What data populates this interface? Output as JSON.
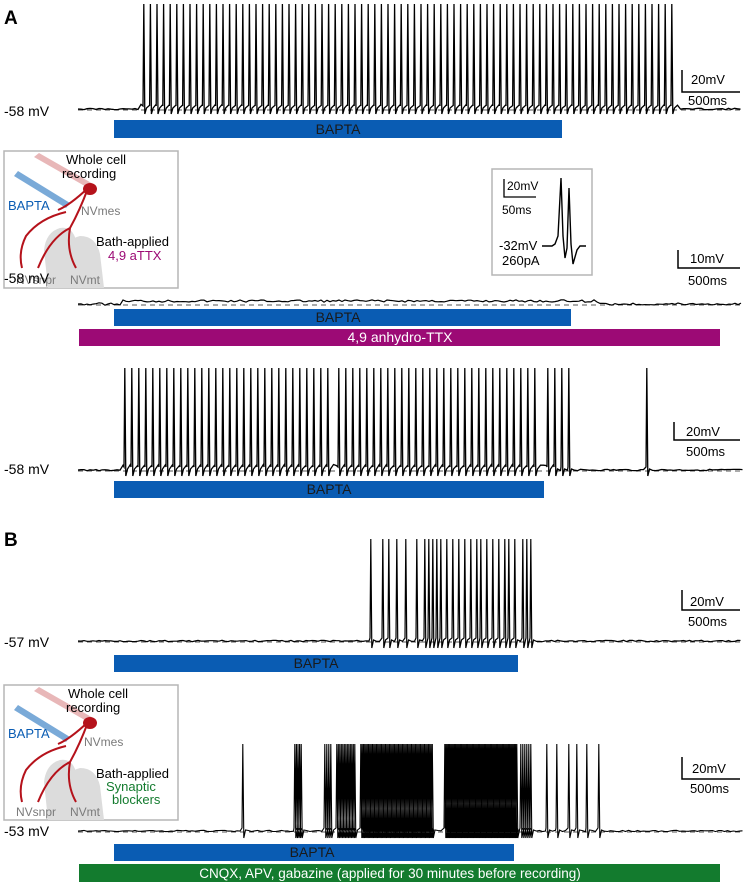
{
  "colors": {
    "bapta": "#0a5cb3",
    "attx": "#9c0a75",
    "synaptic": "#137b2e",
    "neuron": "#b5121b",
    "gray_area": "#dcdcdc",
    "trace": "#000000"
  },
  "panel_a": {
    "label": "A",
    "traces": [
      {
        "vm": "-58 mV",
        "scale": {
          "v": "20mV",
          "t": "500ms"
        },
        "bars": [
          {
            "text": "BAPTA",
            "color": "bapta"
          }
        ]
      },
      {
        "vm": "-58 mV",
        "scale": {
          "v": "10mV",
          "t": "500ms"
        },
        "bars": [
          {
            "text": "BAPTA",
            "color": "bapta"
          },
          {
            "text": "4,9 anhydro-TTX",
            "color": "attx"
          }
        ]
      },
      {
        "vm": "-58 mV",
        "scale": {
          "v": "20mV",
          "t": "500ms"
        },
        "bars": [
          {
            "text": "BAPTA",
            "color": "bapta"
          }
        ]
      }
    ],
    "schematic": {
      "recording": [
        "Whole cell",
        "recording"
      ],
      "pipette": "BAPTA",
      "nucleus": "NVmes",
      "bath": [
        "Bath-applied",
        "4,9 aTTX"
      ],
      "regions": [
        "NVsnpr",
        "NVmt"
      ]
    },
    "inset": {
      "v": "20mV",
      "t": "50ms",
      "hold": "-32mV",
      "current": "260pA"
    }
  },
  "panel_b": {
    "label": "B",
    "traces": [
      {
        "vm": "-57 mV",
        "scale": {
          "v": "20mV",
          "t": "500ms"
        },
        "bars": [
          {
            "text": "BAPTA",
            "color": "bapta"
          }
        ]
      },
      {
        "vm": "-53 mV",
        "scale": {
          "v": "20mV",
          "t": "500ms"
        },
        "bars": [
          {
            "text": "BAPTA",
            "color": "bapta"
          },
          {
            "text": "CNQX, APV, gabazine (applied for 30 minutes before recording)",
            "color": "synaptic"
          }
        ]
      }
    ],
    "schematic": {
      "recording": [
        "Whole cell",
        "recording"
      ],
      "pipette": "BAPTA",
      "nucleus": "NVmes",
      "bath": [
        "Bath-applied",
        "Synaptic",
        "blockers"
      ],
      "regions": [
        "NVsnpr",
        "NVmt"
      ]
    }
  }
}
